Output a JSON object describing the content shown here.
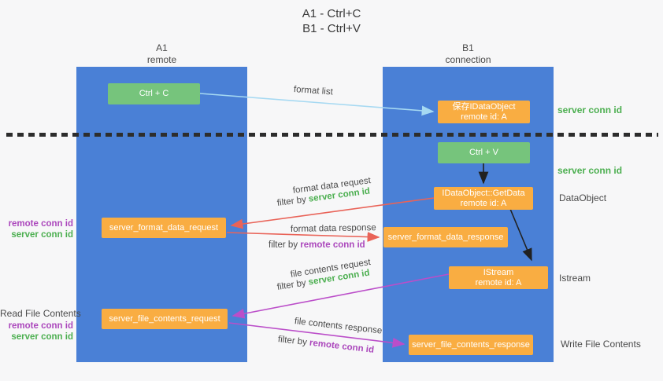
{
  "title": {
    "line1": "A1 - Ctrl+C",
    "line2": "B1 - Ctrl+V"
  },
  "lanes": {
    "left": {
      "name": "A1",
      "subtitle": "remote"
    },
    "right": {
      "name": "B1",
      "subtitle": "connection"
    }
  },
  "nodes": {
    "ctrl_c": "Ctrl + C",
    "ctrl_v": "Ctrl + V",
    "save_dataobject_line1": "保存IDataObject",
    "save_dataobject_line2": "remote id: A",
    "getdata_line1": "IDataObject::GetData",
    "getdata_line2": "remote id: A",
    "istream_line1": "IStream",
    "istream_line2": "remote id: A",
    "format_request": "server_format_data_request",
    "format_response": "server_format_data_response",
    "file_request": "server_file_contents_request",
    "file_response": "server_file_contents_response"
  },
  "arrow_labels": {
    "format_list": "format list",
    "format_data_request": "format data request",
    "format_data_response": "format data response",
    "file_contents_request": "file contents request",
    "file_contents_response": "file contents response",
    "filter_by": "filter by"
  },
  "terms": {
    "server_conn_id": "server conn id",
    "remote_conn_id": "remote conn id"
  },
  "side_labels": {
    "dataobject": "DataObject",
    "istream": "Istream",
    "read_file_contents": "Read File Contents",
    "write_file_contents": "Write File Contents"
  },
  "colors": {
    "lane_blue": "#4a80d6",
    "box_green": "#76c47c",
    "box_orange": "#f9ad42",
    "green_text": "#4caf50",
    "purple_text": "#ab47bc",
    "arrow_blue": "#a6d9f2",
    "arrow_red": "#e96358",
    "arrow_magenta": "#bb4ec9",
    "arrow_black": "#212121"
  }
}
